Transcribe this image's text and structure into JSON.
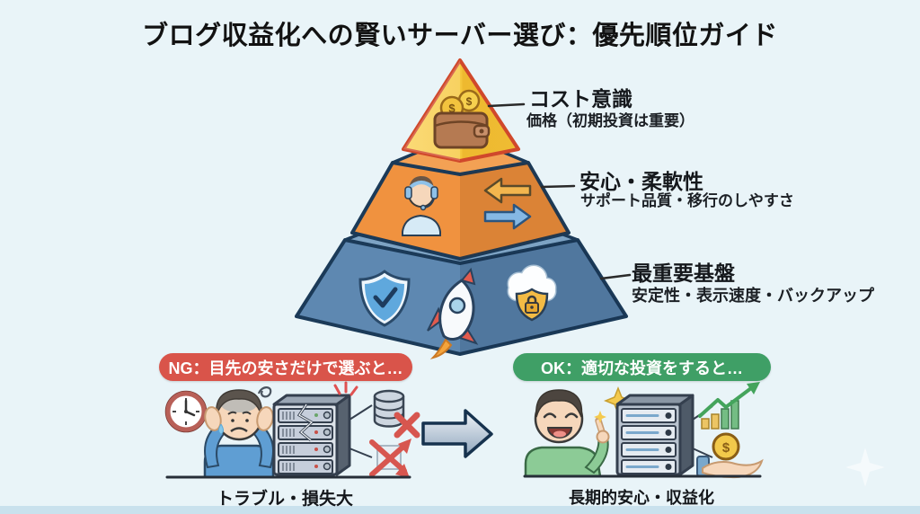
{
  "title": "ブログ収益化への賢いサーバー選び：優先順位ガイド",
  "glyphs": {
    "dollar": "$"
  },
  "colors": {
    "background": "#e9f4f8",
    "pyramid_top": "#f6c83e",
    "pyramid_top_border": "#d0482b",
    "pyramid_middle": "#f0923f",
    "pyramid_bottom": "#5e88b1",
    "pyramid_outline": "#1b3a58",
    "ng_badge": "#d9544a",
    "ok_badge": "#3f9f66"
  },
  "pyramid": {
    "levels": [
      {
        "label": "コスト意識",
        "sublabel": "価格（初期投資は重要）",
        "color": "#f6c83e",
        "icons": [
          "wallet-coins-icon"
        ]
      },
      {
        "label": "安心・柔軟性",
        "sublabel": "サポート品質・移行のしやすさ",
        "color": "#f0923f",
        "icons": [
          "support-agent-icon",
          "swap-arrows-icon"
        ]
      },
      {
        "label": "最重要基盤",
        "sublabel": "安定性・表示速度・バックアップ",
        "color": "#5e88b1",
        "icons": [
          "shield-check-icon",
          "rocket-icon",
          "cloud-lock-icon"
        ]
      }
    ]
  },
  "scenarios": {
    "ng": {
      "badge": "NG：目先の安さだけで選ぶと…",
      "badge_color": "#d9544a",
      "caption": "トラブル・損失大",
      "icons": [
        "clock-icon",
        "frustrated-person",
        "broken-server-icon",
        "database-error-icon",
        "migration-error-icon"
      ]
    },
    "ok": {
      "badge": "OK：適切な投資をすると…",
      "badge_color": "#3f9f66",
      "caption": "長期的安心・収益化",
      "icons": [
        "happy-person",
        "sparkle-icon",
        "healthy-server-icon",
        "growth-chart-icon",
        "hand-coin-icon"
      ]
    }
  }
}
